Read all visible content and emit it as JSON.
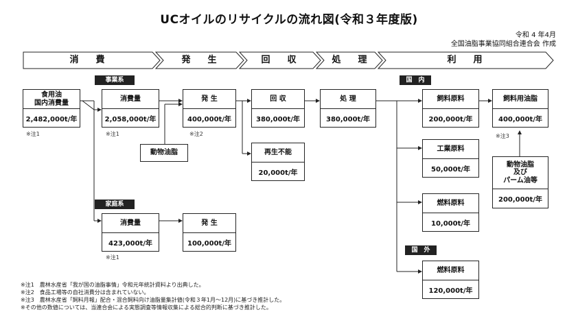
{
  "title": "UCオイルのリサイクルの流れ図(令和３年度版)",
  "meta": {
    "date": "令和 4 年4月",
    "author": "全国油脂事業協同組合連合会 作成"
  },
  "stages": [
    "消　費",
    "発　生",
    "回　収",
    "処　理",
    "利　用"
  ],
  "tags": {
    "business": "事業系",
    "household": "家庭系",
    "domestic": "国　内",
    "overseas": "国　外"
  },
  "boxes": {
    "edible_oil": {
      "label": "食用油\n国内消費量",
      "value": "2,482,000t/年"
    },
    "biz_consumption": {
      "label": "消費量",
      "value": "2,058,000t/年"
    },
    "biz_generation": {
      "label": "発 生",
      "value": "400,000t/年"
    },
    "collection": {
      "label": "回 収",
      "value": "380,000t/年"
    },
    "processing": {
      "label": "処 理",
      "value": "380,000t/年"
    },
    "feed_material": {
      "label": "飼料原料",
      "value": "200,000t/年"
    },
    "feed_oil": {
      "label": "飼料用油脂",
      "value": "400,000t/年"
    },
    "animal_fat": {
      "label": "動物油脂"
    },
    "not_recyclable": {
      "label": "再生不能",
      "value": "20,000t/年"
    },
    "industrial": {
      "label": "工業原料",
      "value": "50,000t/年"
    },
    "fuel_domestic": {
      "label": "燃料原料",
      "value": "10,000t/年"
    },
    "animal_palm": {
      "label": "動物油脂\n及び\nパーム油等",
      "value": "200,000t/年"
    },
    "home_consumption": {
      "label": "消費量",
      "value": "423,000t/年"
    },
    "home_generation": {
      "label": "発 生",
      "value": "100,000t/年"
    },
    "fuel_overseas": {
      "label": "燃料原料",
      "value": "120,000t/年"
    }
  },
  "notes": {
    "n1": "※注1",
    "n2": "※注2",
    "n3": "※注3"
  },
  "footnotes": [
    "※注1　農林水産省「我が国の油脂事情」令和元年統計資料より出典した。",
    "※注2　食品工場等の自社消費分は含まれていない。",
    "※注3　農林水産省「飼料月報」配合・混合飼料向け油脂量集計値(令和３年1月～12月)に基づき推計した。",
    "※その他の数値については、当連合会による実態調査等情報収集による総合的判断に基づき推計した。"
  ]
}
